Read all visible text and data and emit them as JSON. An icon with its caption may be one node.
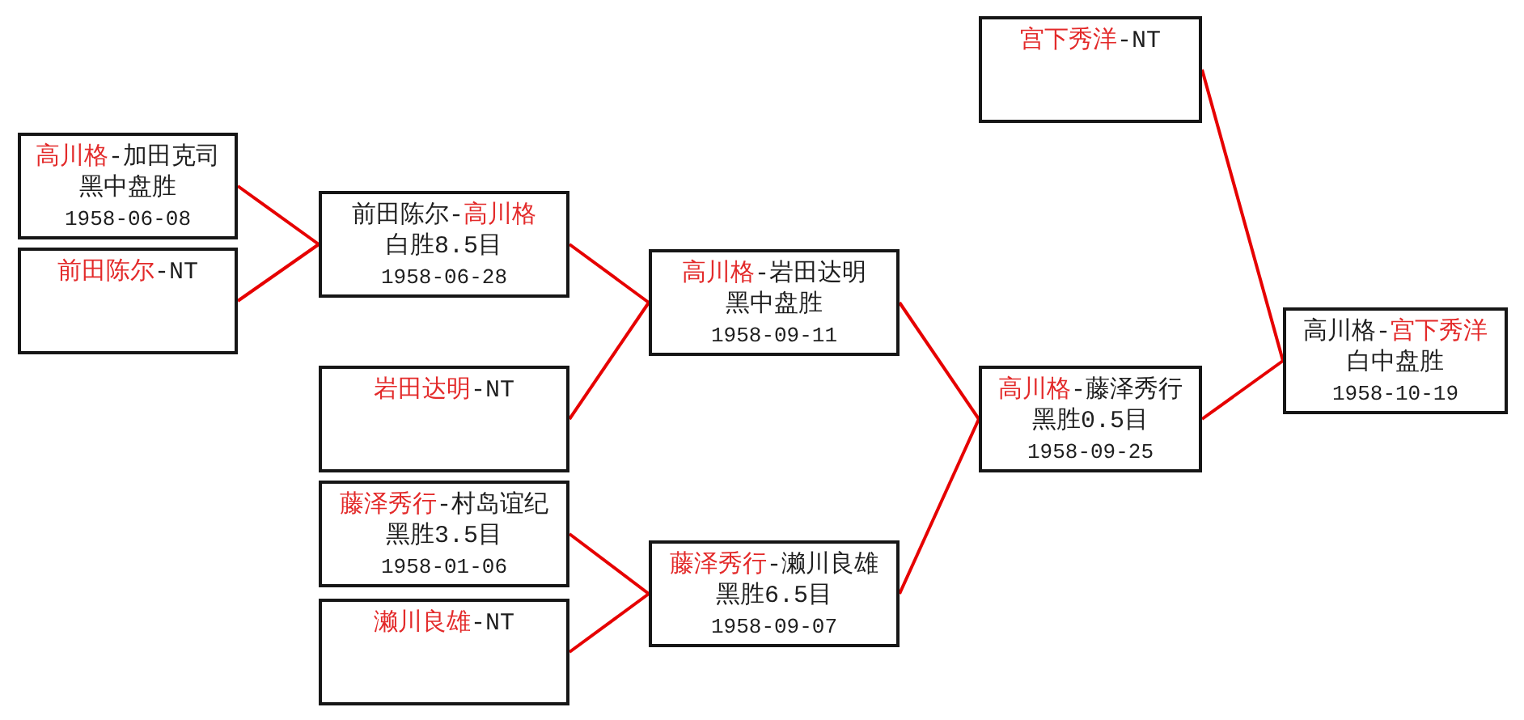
{
  "diagram": {
    "nodes": [
      {
        "text": [
          "宫下秀洋",
          "-NT"
        ]
      },
      {
        "text": [
          "高川格",
          "-加田克司",
          "黑中盘胜",
          "1958-06-08"
        ]
      },
      {
        "text": [
          "前田陈尔-",
          "高川格",
          "白胜8.5目",
          "1958-06-28"
        ]
      },
      {
        "text": [
          "前田陈尔",
          "-NT"
        ]
      },
      {
        "text": [
          "高川格",
          "-岩田达明",
          "黑中盘胜",
          "1958-09-11"
        ]
      },
      {
        "text": [
          "高川格-",
          "宫下秀洋",
          "白中盘胜",
          "1958-10-19"
        ]
      },
      {
        "text": [
          "岩田达明",
          "-NT"
        ]
      },
      {
        "text": [
          "高川格",
          "-藤泽秀行",
          "黑胜0.5目",
          "1958-09-25"
        ]
      },
      {
        "text": [
          "藤泽秀行",
          "-村岛谊纪",
          "黑胜3.5目",
          "1958-01-06"
        ]
      },
      {
        "text": [
          "藤泽秀行",
          "-濑川良雄",
          "黑胜6.5目",
          "1958-09-07"
        ]
      },
      {
        "text": [
          "濑川良雄",
          "-NT"
        ]
      }
    ],
    "edges": [
      {
        "from": 1,
        "to": 2,
        "arrow": "none"
      },
      {
        "from": 3,
        "to": 2,
        "arrow": "none"
      },
      {
        "from": 2,
        "to": 4,
        "arrow": "none"
      },
      {
        "from": 6,
        "to": 4,
        "arrow": "none"
      },
      {
        "from": 8,
        "to": 9,
        "arrow": "none"
      },
      {
        "from": 10,
        "to": 9,
        "arrow": "none"
      },
      {
        "from": 4,
        "to": 7,
        "arrow": "none"
      },
      {
        "from": 9,
        "to": 7,
        "arrow": "none"
      },
      {
        "from": 0,
        "to": 5,
        "arrow": "none"
      },
      {
        "from": 7,
        "to": 5,
        "arrow": "none"
      }
    ]
  }
}
